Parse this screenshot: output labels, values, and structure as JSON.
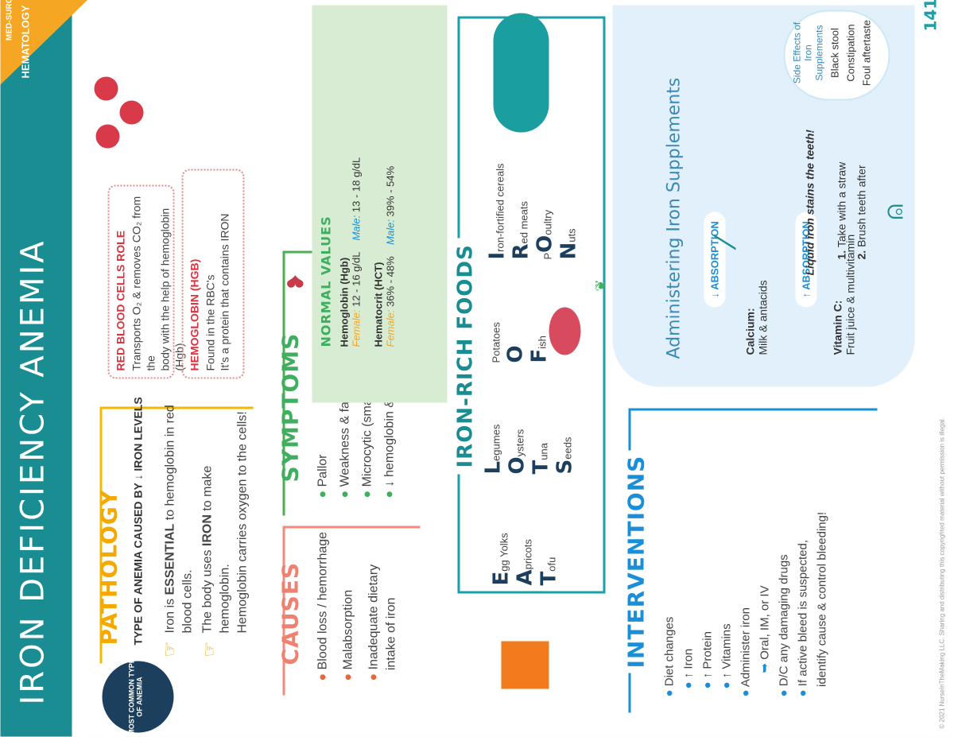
{
  "header": {
    "title": "IRON DEFICIENCY ANEMIA",
    "corner_top": "MED-SURG",
    "corner_main": "HEMATOLOGY",
    "page_number": "141"
  },
  "pathology": {
    "title": "PATHOLOGY",
    "badge": "MOST COMMON TYPE OF ANEMIA",
    "subtitle": "TYPE OF ANEMIA CAUSED BY ↓ IRON LEVELS",
    "point1_prefix": "Iron is ",
    "point1_bold": "ESSENTIAL",
    "point1_suffix": " to hemoglobin in red blood cells.",
    "point2_prefix": "The body uses ",
    "point2_bold": "IRON",
    "point2_suffix": " to make hemoglobin.",
    "point2_line2": "Hemoglobin carries oxygen to the cells!"
  },
  "rbc_role": {
    "title": "RED BLOOD CELLS ROLE",
    "line1": "Transports O₂ & removes CO₂ from the",
    "line2": "body with the help of hemoglobin (Hgb)"
  },
  "hgb": {
    "title": "HEMOGLOBIN (HGB)",
    "line1": "Found in the RBC's",
    "line2": "It's a protein that contains IRON"
  },
  "causes": {
    "title": "CAUSES",
    "items": [
      "Blood loss / hemorrhage",
      "Malabsorption",
      "Inadequate dietary",
      "intake of iron"
    ]
  },
  "symptoms": {
    "title": "SYMPTOMS",
    "items": [
      "Pallor",
      "Weakness & fatigue",
      "Microcytic (small) red blood cells",
      "↓ hemoglobin & ↓ hematocrit"
    ]
  },
  "normal_values": {
    "title": "NORMAL VALUES",
    "hgb_label": "Hemoglobin (Hgb)",
    "hgb_female_label": "Female:",
    "hgb_female": "12 - 16 g/dL",
    "hgb_male_label": "Male:",
    "hgb_male": "13 - 18 g/dL",
    "hct_label": "Hematocrit (HCT)",
    "hct_female_label": "Female:",
    "hct_female": "36% - 48%",
    "hct_male_label": "Male:",
    "hct_male": "39% - 54%"
  },
  "iron_foods": {
    "title": "IRON-RICH FOODS",
    "groups": [
      [
        {
          "l": "E",
          "rest": "gg Yolks"
        },
        {
          "l": "A",
          "rest": "pricots"
        },
        {
          "l": "T",
          "rest": "ofu"
        }
      ],
      [
        {
          "l": "L",
          "rest": "egumes"
        },
        {
          "l": "O",
          "rest": "ysters"
        },
        {
          "l": "T",
          "rest": "una"
        },
        {
          "l": "S",
          "rest": "eeds"
        }
      ],
      [
        {
          "l": "P",
          "rest": "otatoes",
          "small": true
        },
        {
          "l": "O",
          "rest": ""
        },
        {
          "l": "F",
          "rest": "ish"
        }
      ],
      [
        {
          "l": "I",
          "rest": "ron-fortified cereals"
        },
        {
          "l": "R",
          "rest": "ed meats"
        },
        {
          "l": "P",
          "rest": "oultry",
          "small": true
        },
        {
          "l": "O",
          "rest": ""
        },
        {
          "l": "N",
          "rest": "uts"
        }
      ]
    ]
  },
  "interventions": {
    "title": "INTERVENTIONS",
    "items": [
      "Diet changes",
      "↑ Iron",
      "↑ Protein",
      "↑ Vitamins",
      "Administer iron",
      "Oral, IM, or IV",
      "D/C any damaging drugs",
      "If active bleed is suspected,",
      "identify cause & control bleeding!"
    ]
  },
  "administering": {
    "title": "Administering Iron Supplements",
    "down_pill": "↓ ABSORPTION",
    "up_pill": "↑ ABSORPTION",
    "calcium_label": "Calcium:",
    "calcium_text": "Milk & antacids",
    "vitc_label": "Vitamin C:",
    "vitc_text": "Fruit juice & multivitamin",
    "stains": "Liquid iron stains the teeth!",
    "step1_num": "1.",
    "step1": "Take with a straw",
    "step2_num": "2.",
    "step2": "Brush teeth after"
  },
  "side_effects": {
    "title1": "Side Effects of",
    "title2": "Iron Supplements",
    "items": [
      "Black stool",
      "Constipation",
      "Foul aftertaste"
    ]
  },
  "footer": {
    "copyright": "© 2021 NurseInTheMaking LLC. Sharing and distributing this copyrighted material without permission is illegal."
  },
  "colors": {
    "teal": "#1a8d93",
    "orange": "#f5a623",
    "salmon": "#f08070",
    "green": "#3fae5f",
    "blue": "#1a8fd8",
    "red": "#d83a4a"
  }
}
